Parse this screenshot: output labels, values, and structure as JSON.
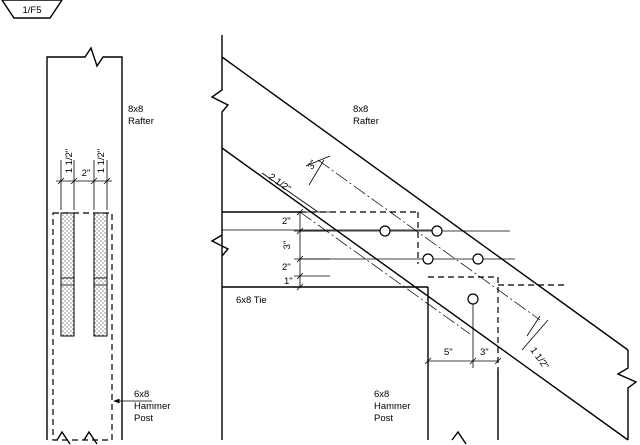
{
  "detail_tag": "1/F5",
  "left_view": {
    "rafter_label": [
      "8x8",
      "Rafter"
    ],
    "dims": [
      "1 1/2\"",
      "2\"",
      "1 1/2\""
    ],
    "post_label": [
      "6x8",
      "Hammer",
      "Post"
    ]
  },
  "right_view": {
    "rafter_label": [
      "8x8",
      "Rafter"
    ],
    "tie_label": "6x8 Tie",
    "post_label": [
      "6x8",
      "Hammer",
      "Post"
    ],
    "vertical_dims": [
      "2\"",
      "3\"",
      "2\"",
      "1\""
    ],
    "rafter_edge_dim": "2 1/2\"",
    "bolt_spacing_dim": "3\"",
    "rafter_lower_dim": "1 1/2\"",
    "post_dims": [
      "5\"",
      "3\""
    ]
  }
}
